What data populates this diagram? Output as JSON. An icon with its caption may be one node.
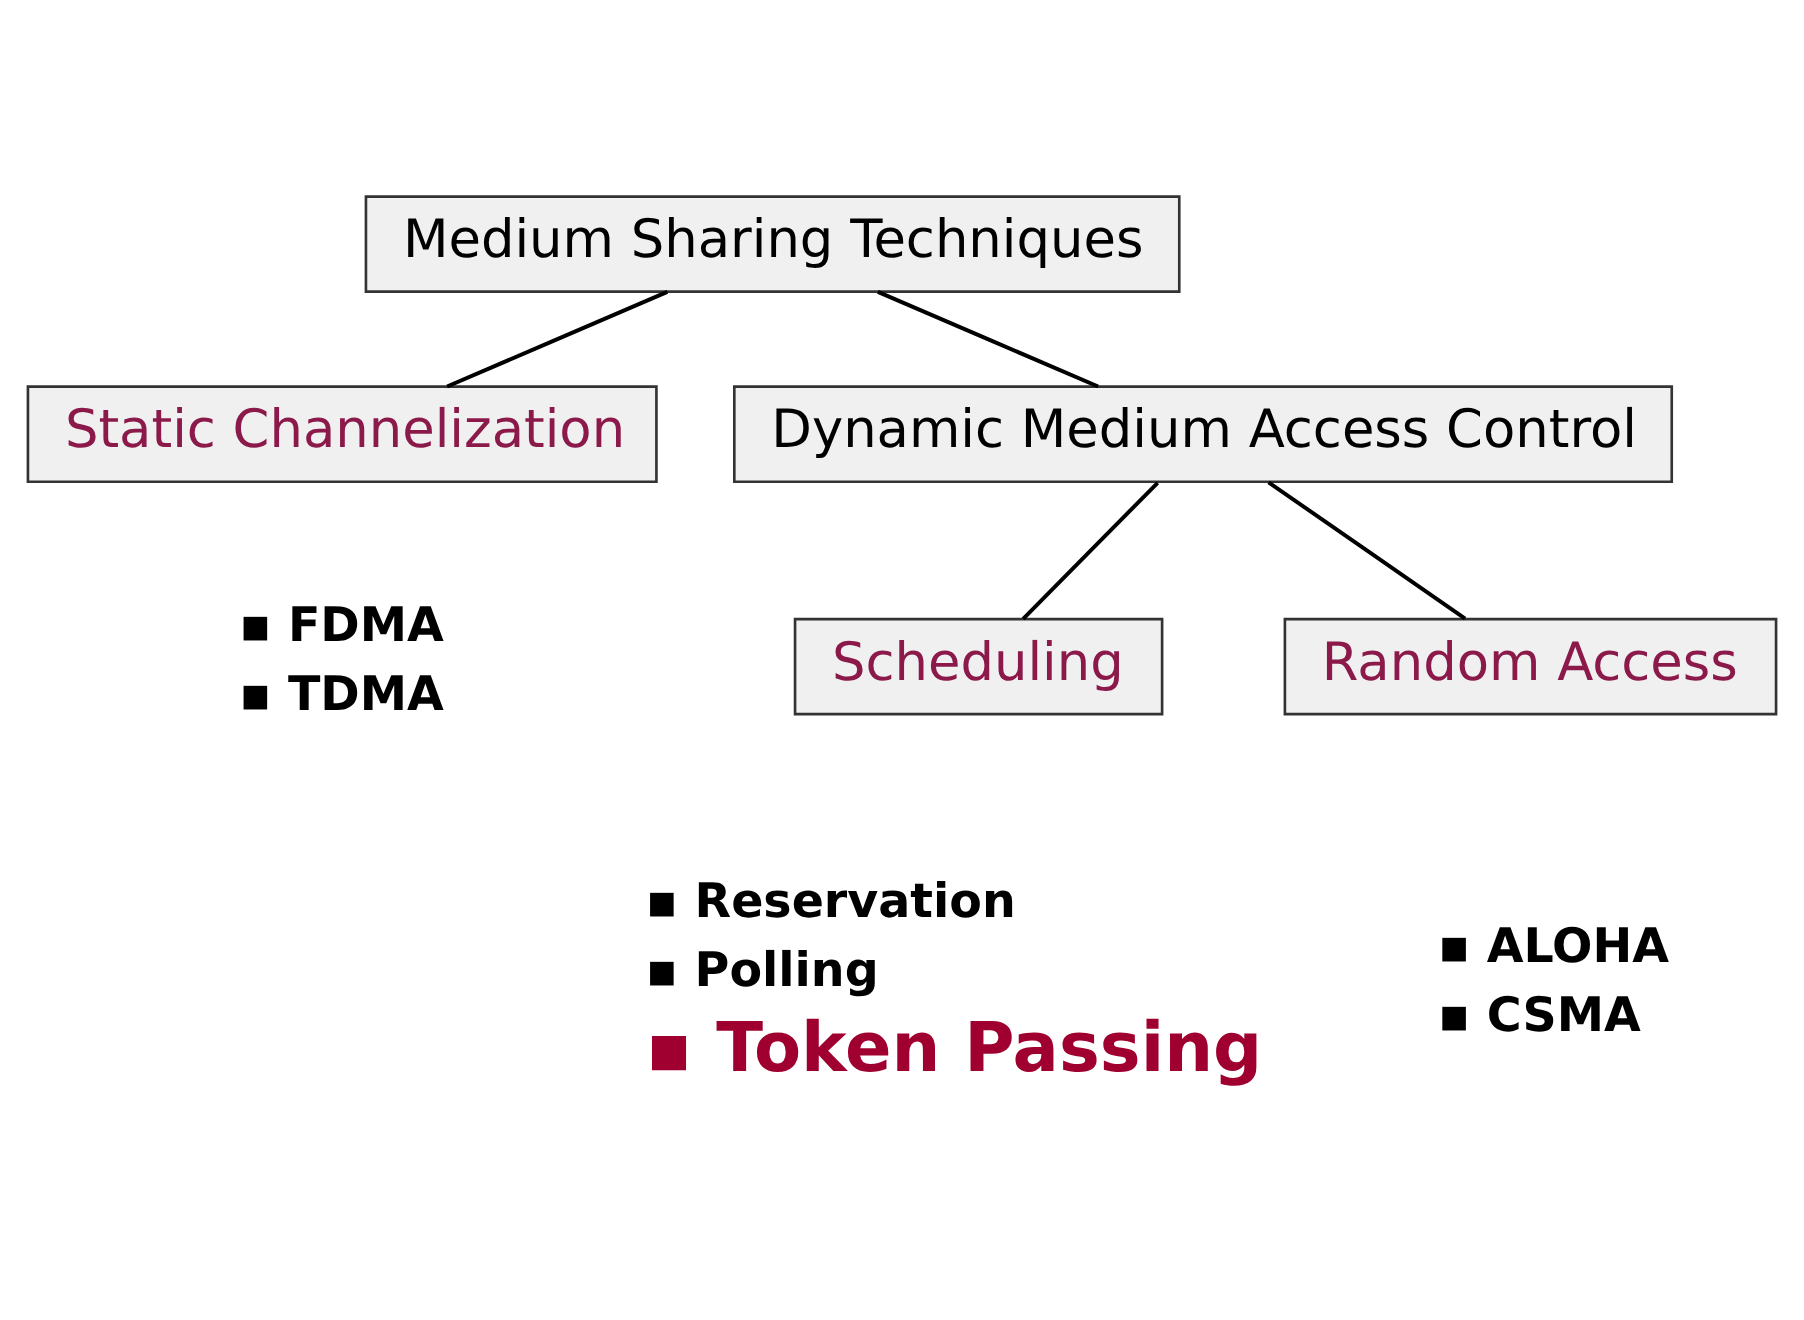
{
  "diagram": {
    "nodes": [
      {
        "text": [
          "Medium Sharing Techniques"
        ]
      },
      {
        "text": [
          "Static Channelization"
        ],
        "beside": [
          "▪ FDMA",
          "▪ TDMA"
        ]
      },
      {
        "text": [
          "Dynamic Medium Access Control"
        ]
      },
      {
        "text": [
          "Scheduling"
        ],
        "beside": [
          "▪ Reservation",
          "▪ Polling",
          "▪ Token Passing"
        ]
      },
      {
        "text": [
          "Random Access"
        ],
        "beside": [
          "▪ ALOHA",
          "▪ CSMA"
        ]
      }
    ],
    "edges": [
      {
        "from": 0,
        "to": 1,
        "arrow": "none"
      },
      {
        "from": 0,
        "to": 2,
        "arrow": "none"
      },
      {
        "from": 2,
        "to": 3,
        "arrow": "none"
      },
      {
        "from": 2,
        "to": 4,
        "arrow": "none"
      }
    ]
  }
}
